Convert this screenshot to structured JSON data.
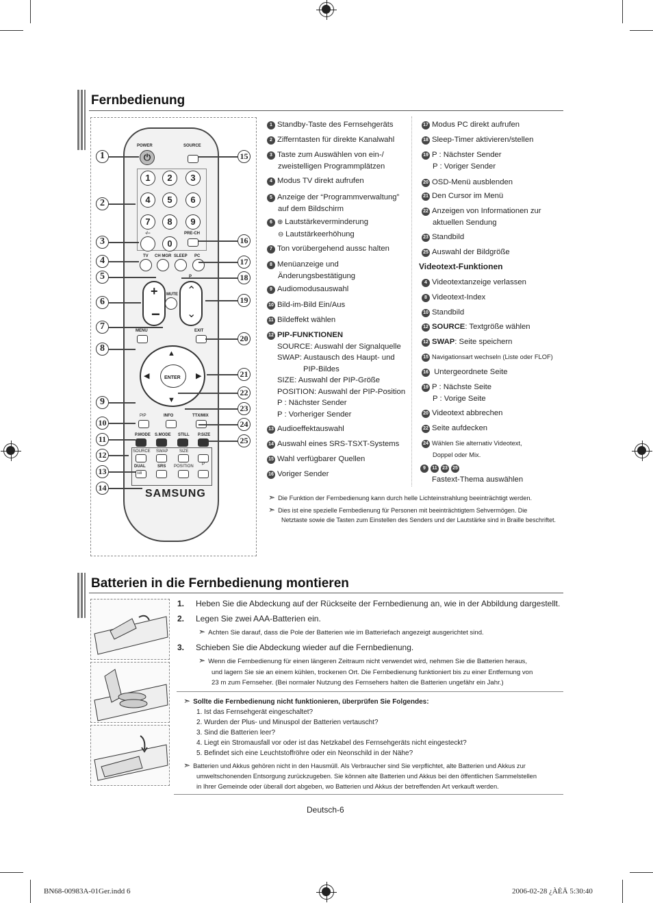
{
  "remote_section": {
    "title": "Fernbedienung",
    "remote_labels": {
      "power": "POWER",
      "source": "SOURCE",
      "pre_ch": "PRE-CH",
      "tv": "TV",
      "ch_mgr": "CH MGR",
      "sleep": "SLEEP",
      "pc": "PC",
      "mute": "MUTE",
      "menu": "MENU",
      "exit": "EXIT",
      "enter": "ENTER",
      "pip": "PIP",
      "info": "INFO",
      "ttx": "TTX/MIX",
      "pmode": "P.MODE",
      "smode": "S.MODE",
      "still": "STILL",
      "psize": "P.SIZE",
      "source2": "SOURCE",
      "swap": "SWAP",
      "size": "SIZE",
      "dual": "DUAL",
      "srs": "SRS",
      "position": "POSITION",
      "p": "P",
      "dual_ii": "I-II",
      "dash": "-/--",
      "brand": "SAMSUNG"
    },
    "numbers": [
      "1",
      "2",
      "3",
      "4",
      "5",
      "6",
      "7",
      "8",
      "9",
      "0"
    ],
    "callouts_left": [
      "1",
      "2",
      "3",
      "4",
      "5",
      "6",
      "7",
      "8",
      "9",
      "10",
      "11",
      "12",
      "13",
      "14"
    ],
    "callouts_right": [
      "15",
      "16",
      "17",
      "18",
      "19",
      "20",
      "21",
      "22",
      "23",
      "24",
      "25"
    ],
    "col1": [
      {
        "n": "1",
        "lines": [
          "Standby-Taste des Fernsehgeräts"
        ]
      },
      {
        "n": "2",
        "lines": [
          "Zifferntasten für direkte Kanalwahl"
        ]
      },
      {
        "n": "3",
        "lines": [
          "Taste zum Auswählen von ein-/",
          "zweistelligen Programmplätzen"
        ]
      },
      {
        "n": "4",
        "lines": [
          "Modus TV direkt aufrufen"
        ]
      },
      {
        "n": "5",
        "lines": [
          "Anzeige der “Programmverwaltung”",
          "auf dem Bildschirm"
        ]
      },
      {
        "n": "6",
        "lines": [
          "Lautstärkeverminderung",
          "Lautstärkeerhöhung"
        ]
      },
      {
        "n": "7",
        "lines": [
          "Ton vorübergehend aussc halten"
        ]
      },
      {
        "n": "8",
        "lines": [
          "Menüanzeige und",
          "Änderungsbestätigung"
        ]
      },
      {
        "n": "9",
        "lines": [
          "Audiomodusauswahl"
        ]
      },
      {
        "n": "10",
        "lines": [
          "Bild-im-Bild Ein/Aus"
        ]
      },
      {
        "n": "11",
        "lines": [
          "Bildeffekt wählen"
        ]
      }
    ],
    "pip": {
      "n": "12",
      "heading": "PIP-FUNKTIONEN",
      "lines": [
        "SOURCE: Auswahl der Signalquelle",
        "SWAP: Austausch des Haupt- und",
        "PIP-Bildes",
        "SIZE: Auswahl der PIP-Größe",
        "POSITION: Auswahl der PIP-Position",
        "P : Nächster Sender",
        "P : Vorheriger Sender"
      ]
    },
    "col1b": [
      {
        "n": "13",
        "lines": [
          "Audioeffektauswahl"
        ]
      },
      {
        "n": "14",
        "lines": [
          "Auswahl eines SRS-TSXT-Systems"
        ]
      },
      {
        "n": "15",
        "lines": [
          "Wahl verfügbarer Quellen"
        ]
      },
      {
        "n": "16",
        "lines": [
          "Voriger Sender"
        ]
      }
    ],
    "col2": [
      {
        "n": "17",
        "lines": [
          "Modus PC direkt aufrufen"
        ]
      },
      {
        "n": "18",
        "lines": [
          "Sleep-Timer aktivieren/stellen"
        ]
      },
      {
        "n": "19",
        "lines": [
          "P : Nächster Sender",
          "P : Voriger Sender"
        ]
      },
      {
        "n": "20",
        "lines": [
          "OSD-Menü ausblenden"
        ]
      },
      {
        "n": "21",
        "lines": [
          "Den Cursor im Menü"
        ]
      },
      {
        "n": "22",
        "lines": [
          "Anzeigen von Informationen zur",
          "aktuellen Sendung"
        ]
      },
      {
        "n": "23",
        "lines": [
          "Standbild"
        ]
      },
      {
        "n": "25",
        "lines": [
          "Auswahl der Bildgröße"
        ]
      }
    ],
    "videotext_heading": "Videotext-Funktionen",
    "videotext": [
      {
        "n": "4",
        "text": "Videotextanzeige verlassen"
      },
      {
        "n": "8",
        "text": "Videotext-Index"
      },
      {
        "n": "10",
        "text": "Standbild"
      },
      {
        "n": "12",
        "bold": "SOURCE",
        "text": ": Textgröße wählen"
      },
      {
        "n": "12",
        "bold": "SWAP",
        "text": ": Seite speichern"
      },
      {
        "n": "15",
        "text": "Navigationsart wechseln (Liste oder FLOF)",
        "small": true
      },
      {
        "n": "16",
        "text": " Untergeordnete Seite"
      },
      {
        "n": "19",
        "text": "P : Nächste Seite"
      },
      {
        "n": "",
        "text": "P : Vorige Seite"
      },
      {
        "n": "20",
        "text": "Videotext abbrechen"
      },
      {
        "n": "22",
        "text": "Seite aufdecken"
      },
      {
        "n": "24",
        "text": "Wählen Sie alternativ Videotext,",
        "small": true
      },
      {
        "n": "",
        "text": "Doppel oder Mix.",
        "small": true
      }
    ],
    "fastext_nums": [
      "9",
      "11",
      "23",
      "25"
    ],
    "fastext_text": "Fastext-Thema auswählen",
    "notes": [
      "Die Funktion der Fernbedienung kann durch helle Lichteinstrahlung beeinträchtigt werden.",
      "Dies ist eine spezielle Fernbedienung für Personen mit beeinträchtigtem Sehvermögen. Die",
      "Netztaste sowie die Tasten zum Einstellen des Senders und der Lautstärke sind in Braille beschriftet."
    ]
  },
  "battery_section": {
    "title": "Batterien in die Fernbedienung montieren",
    "step1_num": "1.",
    "step1": "Heben Sie die Abdeckung auf der Rückseite der Fernbedienung an, wie in der Abbildung dargestellt.",
    "step2_num": "2.",
    "step2": "Legen Sie zwei AAA-Batterien ein.",
    "step2_note": "Achten Sie darauf, dass die Pole der Batterien wie im Batteriefach angezeigt ausgerichtet sind.",
    "step3_num": "3.",
    "step3": "Schieben Sie die Abdeckung wieder auf die Fernbedienung.",
    "step3_note": [
      "Wenn die Fernbedienung für einen längeren Zeitraum nicht verwendet wird, nehmen Sie die Batterien heraus,",
      "und lagern Sie sie an einem kühlen, trockenen Ort. Die Fernbedienung funktioniert bis zu einer Entfernung von",
      "23 m zum Fernseher. (Bei normaler Nutzung des Fernsehers halten die Batterien ungefähr ein Jahr.)"
    ],
    "check_heading": "Sollte die Fernbedienung nicht funktionieren, überprüfen Sie Folgendes:",
    "checks": [
      "1. Ist das Fernsehgerät eingeschaltet?",
      "2. Wurden der Plus- und Minuspol der Batterien vertauscht?",
      "3. Sind die Batterien leer?",
      "4. Liegt ein Stromausfall vor oder ist das Netzkabel des Fernsehgeräts nicht eingesteckt?",
      "5. Befindet sich eine Leuchtstoffröhre oder ein Neonschild in der Nähe?"
    ],
    "disposal": [
      "Batterien und Akkus gehören nicht in den Hausmüll. Als Verbraucher sind Sie verpflichtet,  alte Batterien und Akkus zur",
      "umweltschonenden Entsorgung zurückzugeben. Sie können alte Batterien und Akkus bei den öffentlichen Sammelstellen",
      "in Ihrer Gemeinde oder überall dort  abgeben, wo Batterien und Akkus der betreffenden Art verkauft werden."
    ]
  },
  "page_number": "Deutsch-6",
  "footer_left": "BN68-00983A-01Ger.indd   6",
  "footer_right": "2006-02-28   ¿ÀÈÄ 5:30:40"
}
